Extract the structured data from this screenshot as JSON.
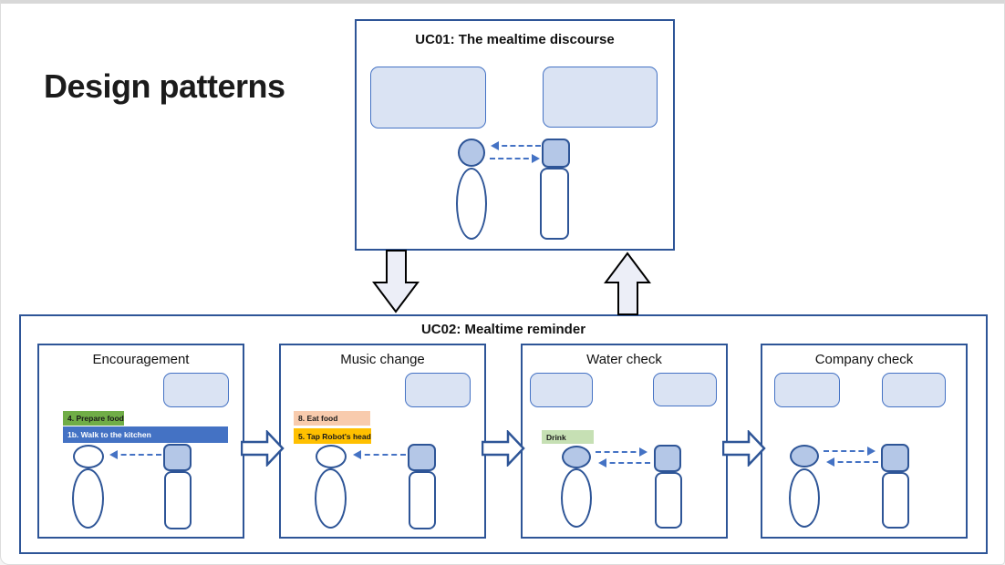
{
  "page": {
    "title": "Design patterns"
  },
  "uc01": {
    "title": "UC01: The mealtime discourse"
  },
  "uc02": {
    "title": "UC02: Mealtime reminder",
    "panels": [
      {
        "title": "Encouragement",
        "bars": [
          {
            "label": "4. Prepare food",
            "color": "#70ad47",
            "text_color": "#1a1a1a"
          },
          {
            "label": "1b. Walk to the kitchen",
            "color": "#4472c4",
            "text_color": "#ffffff"
          }
        ]
      },
      {
        "title": "Music change",
        "bars": [
          {
            "label": "8. Eat food",
            "color": "#f8cbad",
            "text_color": "#1a1a1a"
          },
          {
            "label": "5. Tap Robot's head",
            "color": "#ffc000",
            "text_color": "#1a1a1a"
          }
        ]
      },
      {
        "title": "Water check",
        "bars": [
          {
            "label": "Drink",
            "color": "#c6e0b4",
            "text_color": "#1a1a1a"
          }
        ]
      },
      {
        "title": "Company check",
        "bars": []
      }
    ]
  },
  "colors": {
    "box_outline": "#2e5597",
    "scene_rect_fill": "#dae3f3",
    "scene_rect_outline": "#4472c4",
    "head_fill": "#b4c7e7",
    "dashed_arrow": "#4472c4",
    "vertical_arrow_fill": "#eceef7",
    "vertical_arrow_outline": "#000000",
    "flow_arrow_fill": "#ffffff"
  },
  "icons": {
    "person-figure": "circle head + ellipse body",
    "robot-figure": "rounded-square head + rounded-rect body",
    "dashed-arrow": "dashed line with triangle head",
    "flow-arrow-right": "hollow block arrow polygon",
    "flow-arrow-down": "gray block arrow polygon",
    "flow-arrow-up": "gray block arrow polygon"
  }
}
